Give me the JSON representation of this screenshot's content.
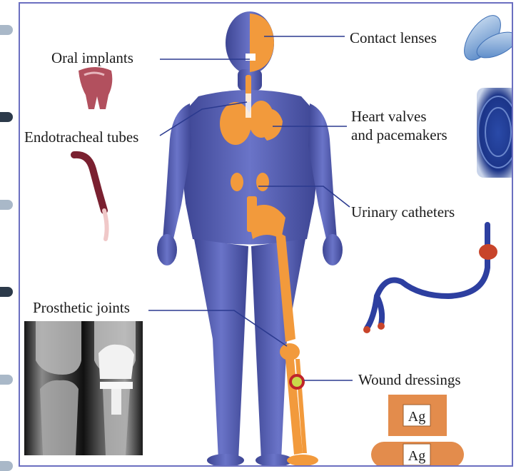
{
  "labels": {
    "oral_implants": "Oral implants",
    "contact_lenses": "Contact lenses",
    "heart_valves_line1": "Heart valves",
    "heart_valves_line2": "and pacemakers",
    "endotracheal_tubes": "Endotracheal tubes",
    "urinary_catheters": "Urinary catheters",
    "prosthetic_joints": "Prosthetic joints",
    "wound_dressings": "Wound dressings"
  },
  "dressing_labels": {
    "top": "Ag",
    "bottom": "Ag"
  },
  "colors": {
    "body": "#5a63b8",
    "organ": "#f29a3c",
    "leader": "#2b3a8f",
    "frame": "#6b6fc0",
    "dressing": "#e38c4c",
    "catheter": "#2d3fa0",
    "tooth": "#b2505e"
  }
}
